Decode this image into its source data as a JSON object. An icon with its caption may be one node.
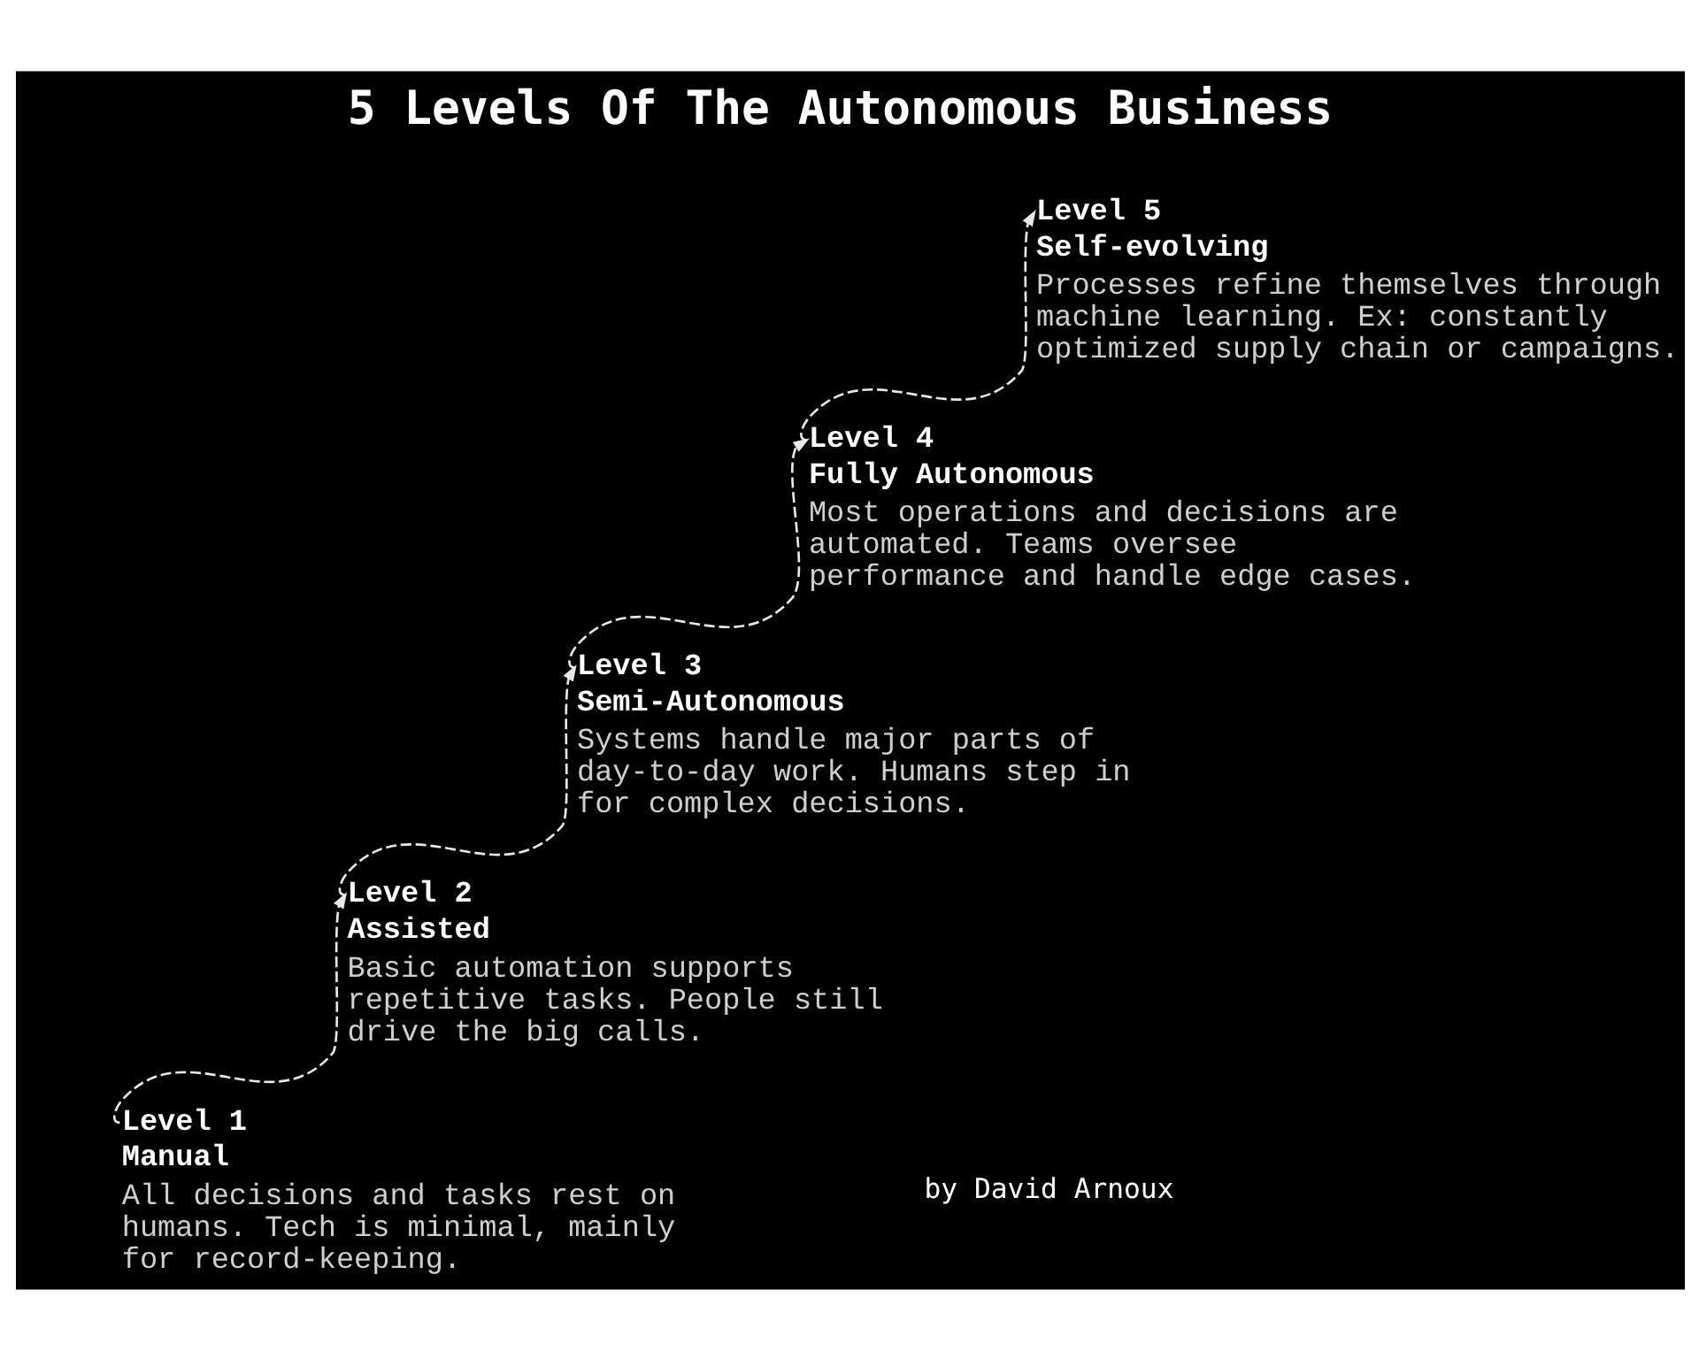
{
  "diagram": {
    "title": "5 Levels Of The Autonomous Business",
    "nodes": [
      {
        "text": [
          "Level 1",
          "Manual",
          "All decisions and tasks rest on humans. Tech is minimal, mainly for record-keeping."
        ]
      },
      {
        "text": [
          "Level 2",
          "Assisted",
          "Basic automation supports repetitive tasks. People still drive the big calls."
        ]
      },
      {
        "text": [
          "Level 3",
          "Semi-Autonomous",
          "Systems handle major parts of day-to-day work. Humans step in for complex decisions."
        ]
      },
      {
        "text": [
          "Level 4",
          "Fully Autonomous",
          "Most operations and decisions are automated. Teams oversee performance and handle edge cases."
        ]
      },
      {
        "text": [
          "Level 5",
          "Self-evolving",
          "Processes refine themselves through machine learning. Ex: constantly optimized supply chain or campaigns."
        ]
      }
    ],
    "edges": [
      {
        "from": 0,
        "to": 1,
        "arrow": "to",
        "style": "dashed"
      },
      {
        "from": 1,
        "to": 2,
        "arrow": "to",
        "style": "dashed"
      },
      {
        "from": 2,
        "to": 3,
        "arrow": "to",
        "style": "dashed"
      },
      {
        "from": 3,
        "to": 4,
        "arrow": "to",
        "style": "dashed"
      }
    ],
    "labels": [
      "by David Arnoux"
    ]
  }
}
